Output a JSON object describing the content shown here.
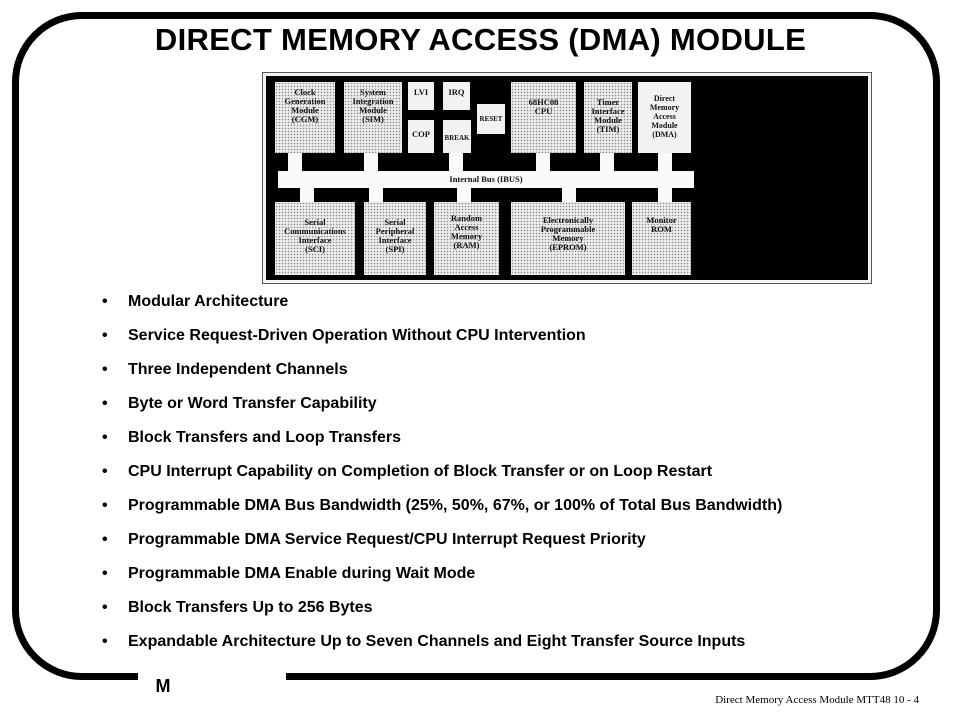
{
  "title": "DIRECT MEMORY ACCESS  (DMA) MODULE",
  "diagram": {
    "top_blocks": [
      {
        "id": "cgm",
        "label": "Clock\nGeneration\nModule\n(CGM)"
      },
      {
        "id": "sim",
        "label": "System\nIntegration\nModule\n(SIM)"
      },
      {
        "id": "lvi",
        "label": "LVI"
      },
      {
        "id": "irq",
        "label": "IRQ"
      },
      {
        "id": "cop",
        "label": "COP"
      },
      {
        "id": "break",
        "label": "BREAK"
      },
      {
        "id": "reset",
        "label": "RESET"
      },
      {
        "id": "cpu",
        "label": "68HC08\nCPU"
      },
      {
        "id": "tim",
        "label": "Timer\nInterface\nModule\n(TIM)"
      },
      {
        "id": "dma",
        "label": "Direct\nMemory\nAccess\nModule\n(DMA)"
      }
    ],
    "bus_label": "Internal Bus (IBUS)",
    "bottom_blocks": [
      {
        "id": "sci",
        "label": "Serial\nCommunications\nInterface\n(SCI)"
      },
      {
        "id": "spi",
        "label": "Serial\nPeripheral\nInterface\n(SPI)"
      },
      {
        "id": "ram",
        "label": "Random\nAccess\nMemory\n(RAM)"
      },
      {
        "id": "eprom",
        "label": "Electronically\nProgrammable\nMemory\n(EPROM)"
      },
      {
        "id": "rom",
        "label": "Monitor\nROM"
      }
    ]
  },
  "bullets": [
    "Modular Architecture",
    "Service Request-Driven Operation Without CPU Intervention",
    "Three Independent Channels",
    "Byte or Word Transfer Capability",
    "Block Transfers and Loop Transfers",
    "CPU Interrupt Capability on Completion of Block Transfer or on Loop Restart",
    "Programmable DMA Bus Bandwidth (25%, 50%, 67%, or 100% of Total Bus Bandwidth)",
    "Programmable DMA Service Request/CPU Interrupt Request Priority",
    "Programmable DMA Enable during Wait Mode",
    "Block Transfers Up to 256 Bytes",
    "Expandable Architecture Up to Seven Channels and Eight Transfer Source Inputs"
  ],
  "logo": "M",
  "footer": "Direct Memory Access Module MTT48  10 - 4"
}
